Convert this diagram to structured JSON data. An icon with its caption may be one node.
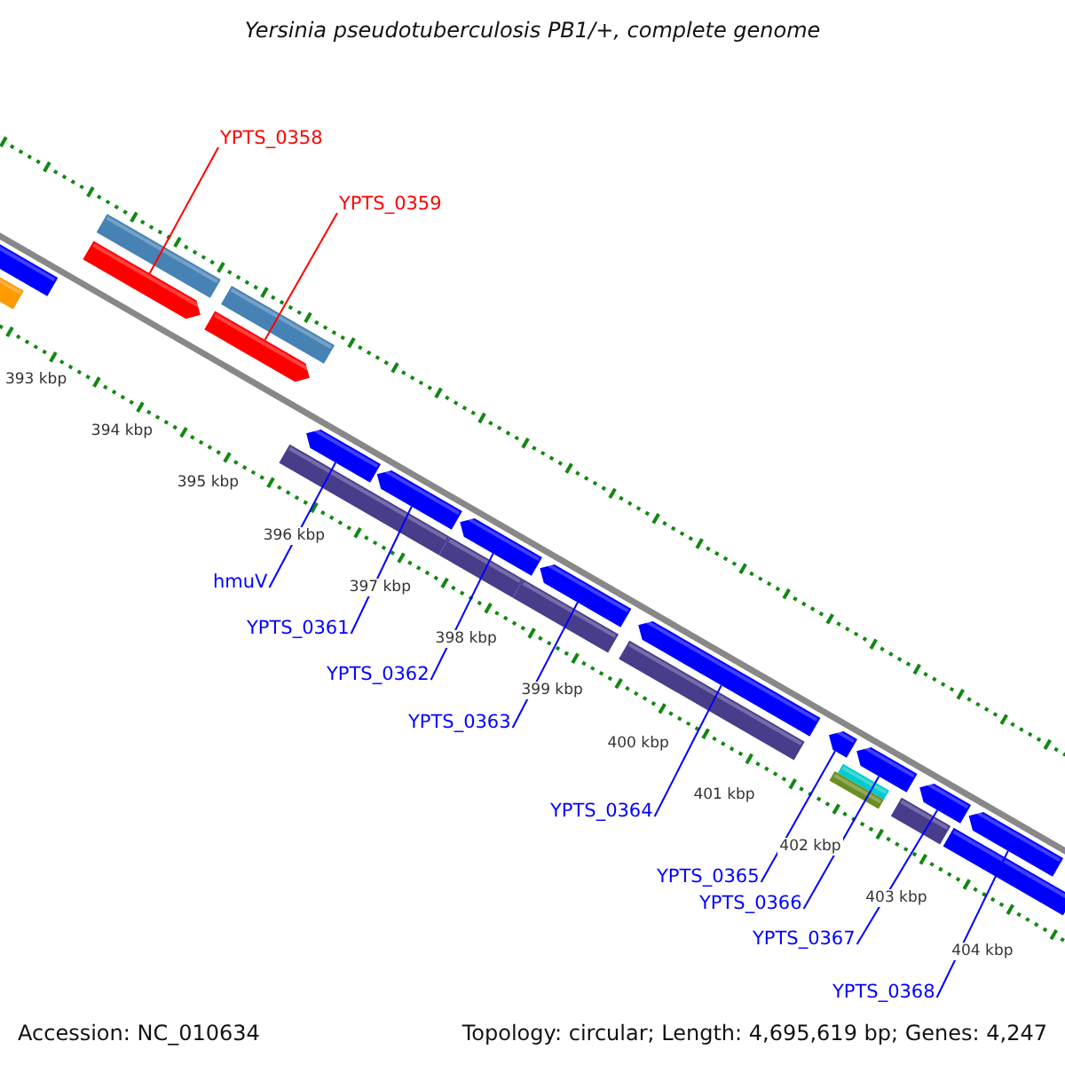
{
  "diagram": {
    "title": "Yersinia pseudotuberculosis PB1/+, complete genome",
    "nodes": [
      {
        "text": [
          "YPTS_0358"
        ]
      },
      {
        "text": [
          "YPTS_0359"
        ]
      },
      {
        "text": [
          "hmuV"
        ]
      },
      {
        "text": [
          "YPTS_0361"
        ]
      },
      {
        "text": [
          "YPTS_0362"
        ]
      },
      {
        "text": [
          "YPTS_0363"
        ]
      },
      {
        "text": [
          "YPTS_0364"
        ]
      },
      {
        "text": [
          "YPTS_0365"
        ]
      },
      {
        "text": [
          "YPTS_0366"
        ]
      },
      {
        "text": [
          "YPTS_0367"
        ]
      },
      {
        "text": [
          "YPTS_0368"
        ]
      },
      {
        "text": [],
        "shape": "bar"
      },
      {
        "text": [],
        "shape": "bar"
      },
      {
        "text": [],
        "shape": "bar"
      },
      {
        "text": [],
        "shape": "bar"
      },
      {
        "text": [],
        "shape": "bar"
      },
      {
        "text": [],
        "shape": "bar"
      },
      {
        "text": [],
        "shape": "bar"
      },
      {
        "text": [],
        "shape": "bar"
      },
      {
        "text": [],
        "shape": "bar"
      },
      {
        "text": [],
        "shape": "bar"
      },
      {
        "text": [],
        "shape": "bar"
      }
    ],
    "edges": [
      {
        "from": 0,
        "to": 11,
        "arrow": "none",
        "color": "#ff0000"
      },
      {
        "from": 1,
        "to": 12,
        "arrow": "none",
        "color": "#ff0000"
      },
      {
        "from": 2,
        "to": 13,
        "arrow": "none"
      },
      {
        "from": 3,
        "to": 14,
        "arrow": "none"
      },
      {
        "from": 4,
        "to": 15,
        "arrow": "none"
      },
      {
        "from": 5,
        "to": 16,
        "arrow": "none"
      },
      {
        "from": 6,
        "to": 17,
        "arrow": "none"
      },
      {
        "from": 7,
        "to": 18,
        "arrow": "none"
      },
      {
        "from": 8,
        "to": 19,
        "arrow": "none"
      },
      {
        "from": 9,
        "to": 20,
        "arrow": "none"
      },
      {
        "from": 10,
        "to": 21,
        "arrow": "none"
      }
    ],
    "labels": [
      "393 kbp",
      "394 kbp",
      "395 kbp",
      "396 kbp",
      "397 kbp",
      "398 kbp",
      "399 kbp",
      "400 kbp",
      "401 kbp",
      "402 kbp",
      "403 kbp",
      "404 kbp",
      "Accession: NC_010634",
      "Topology: circular; Length: 4,695,619 bp; Genes: 4,247"
    ]
  }
}
